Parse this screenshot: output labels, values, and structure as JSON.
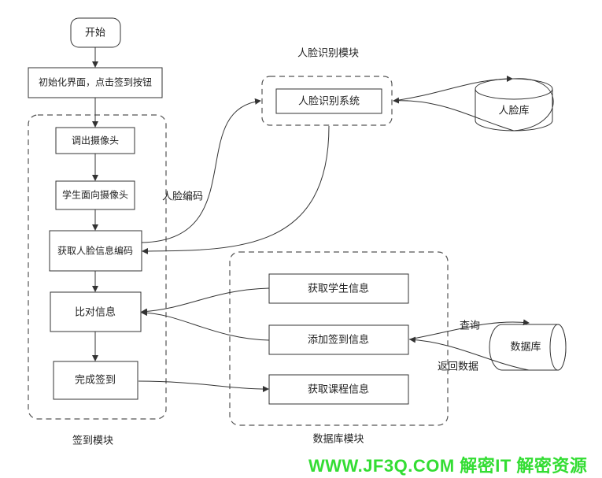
{
  "nodes": {
    "start": "开始",
    "init_ui": "初始化界面，点击签到按钮",
    "open_camera": "调出摄像头",
    "face_camera": "学生面向摄像头",
    "get_face_code": "获取人脸信息编码",
    "compare": "比对信息",
    "complete": "完成签到",
    "face_system": "人脸识别系统",
    "face_db": "人脸库",
    "get_student": "获取学生信息",
    "add_signin": "添加签到信息",
    "get_course": "获取课程信息",
    "database": "数据库"
  },
  "groups": {
    "signin_module": "签到模块",
    "face_module": "人脸识别模块",
    "db_module": "数据库模块"
  },
  "edge_labels": {
    "face_encoding": "人脸编码",
    "query": "查询",
    "return_data": "返回数据"
  },
  "watermark": "WWW.JF3Q.COM 解密IT  解密资源"
}
